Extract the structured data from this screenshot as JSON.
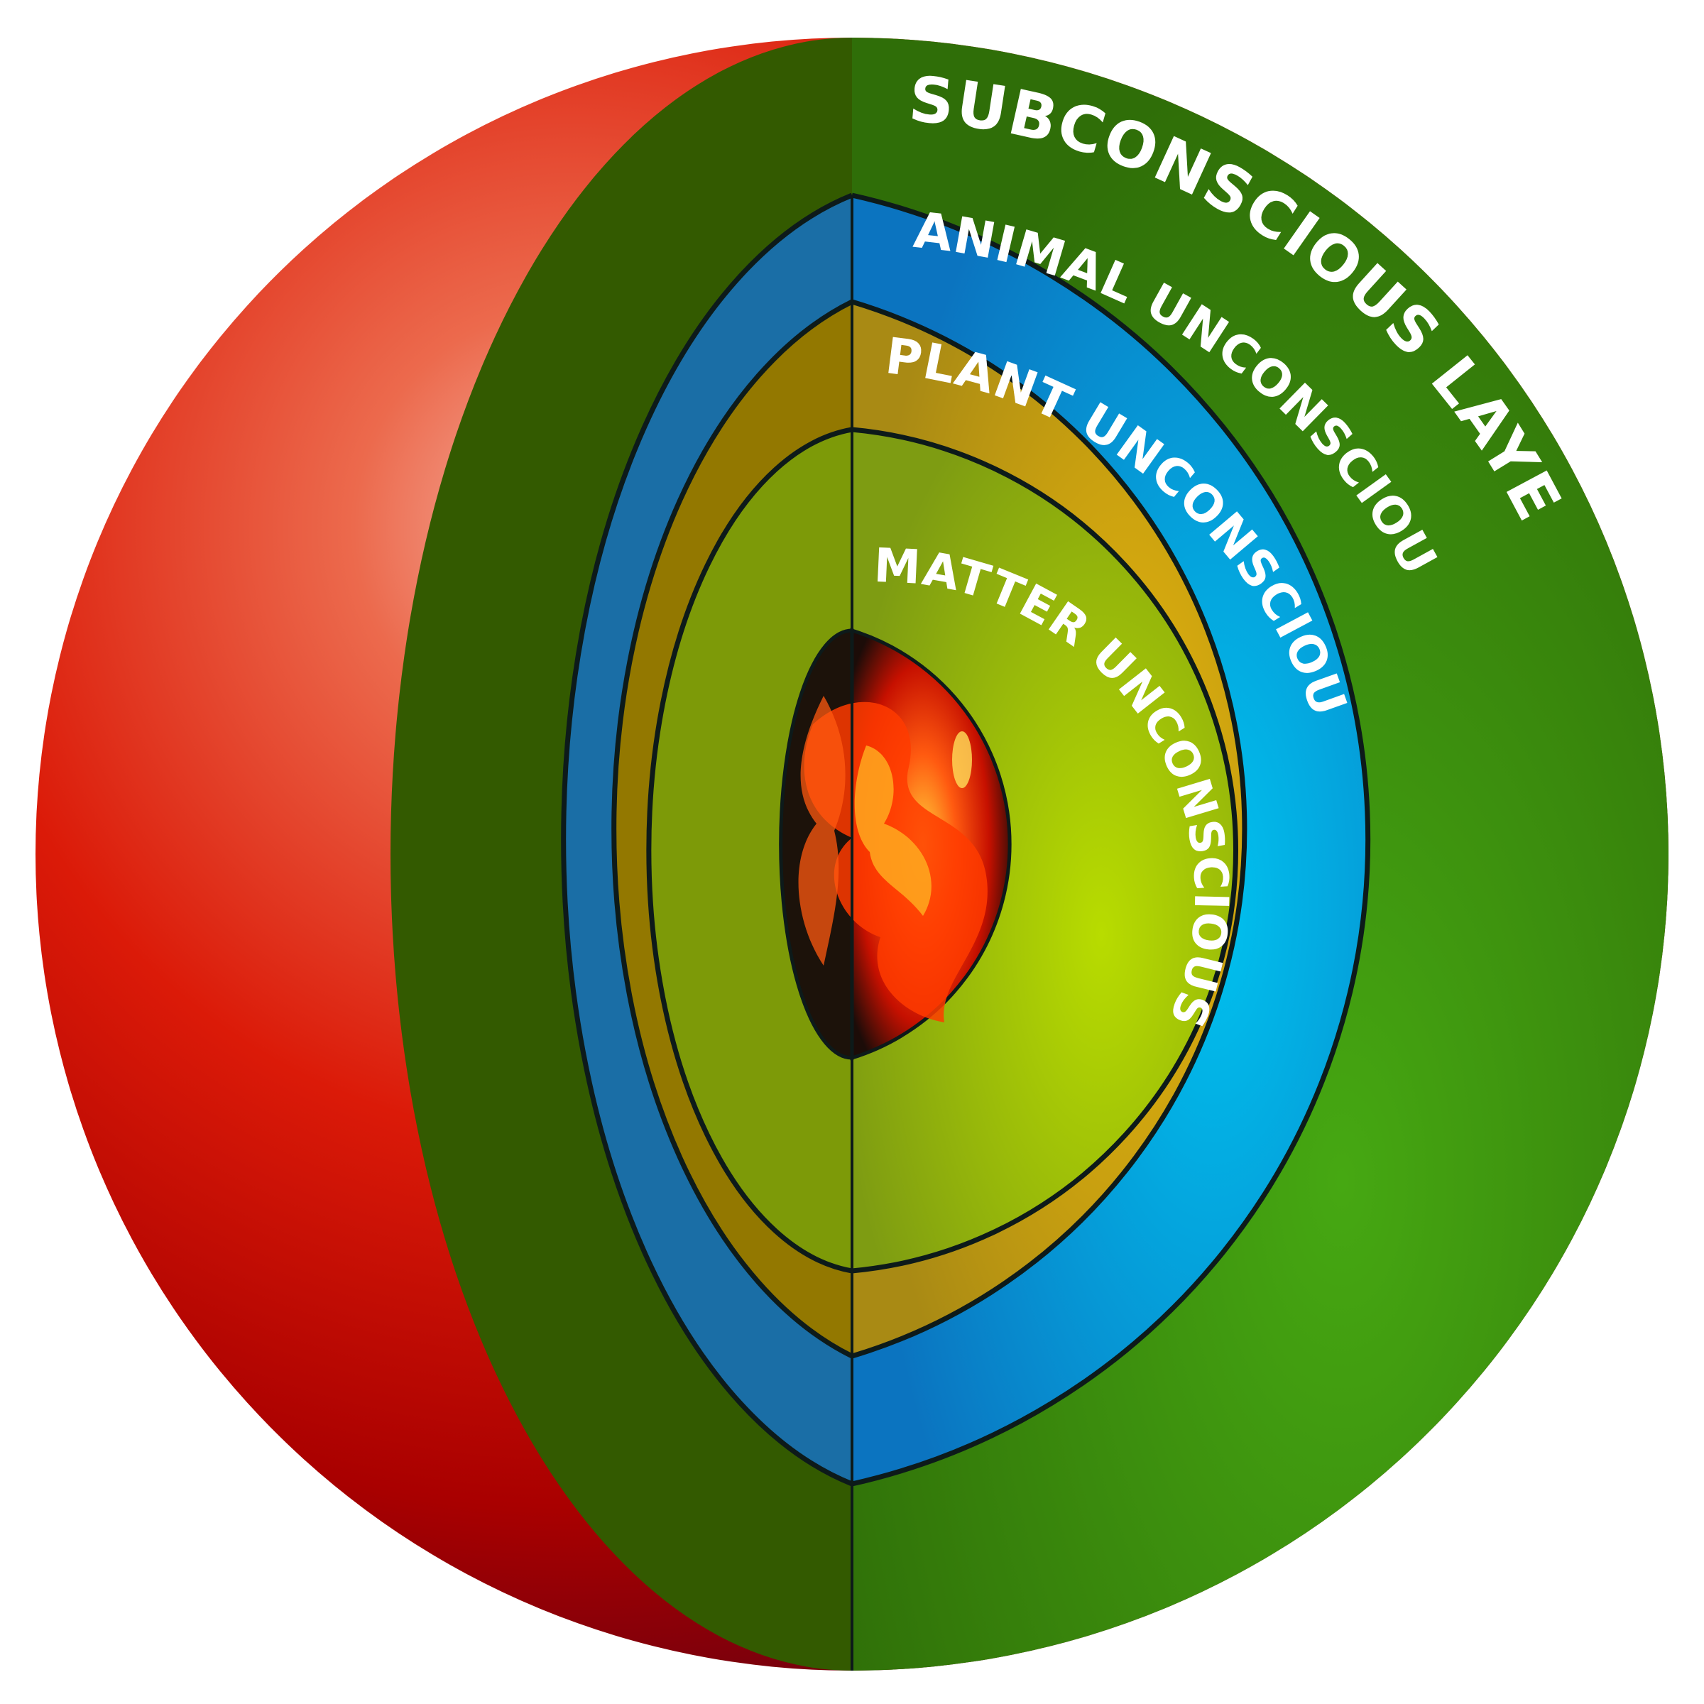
{
  "layers": [
    {
      "id": "subconscious",
      "label": "SUBCONSCIOUS LAYER",
      "color": "#3d8a10",
      "cut_color": "#335a00"
    },
    {
      "id": "animal",
      "label": "ANIMAL UNCONSCIOUS",
      "color": "#1a8fd0",
      "cut_color": "#1a6ea6"
    },
    {
      "id": "plant",
      "label": "PLANT UNCONSCIOUS",
      "color": "#c09a12",
      "cut_color": "#937800"
    },
    {
      "id": "matter",
      "label": "MATTER UNCONSCIOUS",
      "color": "#a6c810",
      "cut_color": "#7d9a08"
    }
  ],
  "core": {
    "name": "fire-core",
    "colors": [
      "#ff2a00",
      "#ff7a1a",
      "#ffd000",
      "#1a1410"
    ]
  },
  "shell": {
    "name": "red-outer-shell",
    "colors": [
      "#f08a78",
      "#e02a10",
      "#a00000",
      "#6a0000"
    ]
  }
}
